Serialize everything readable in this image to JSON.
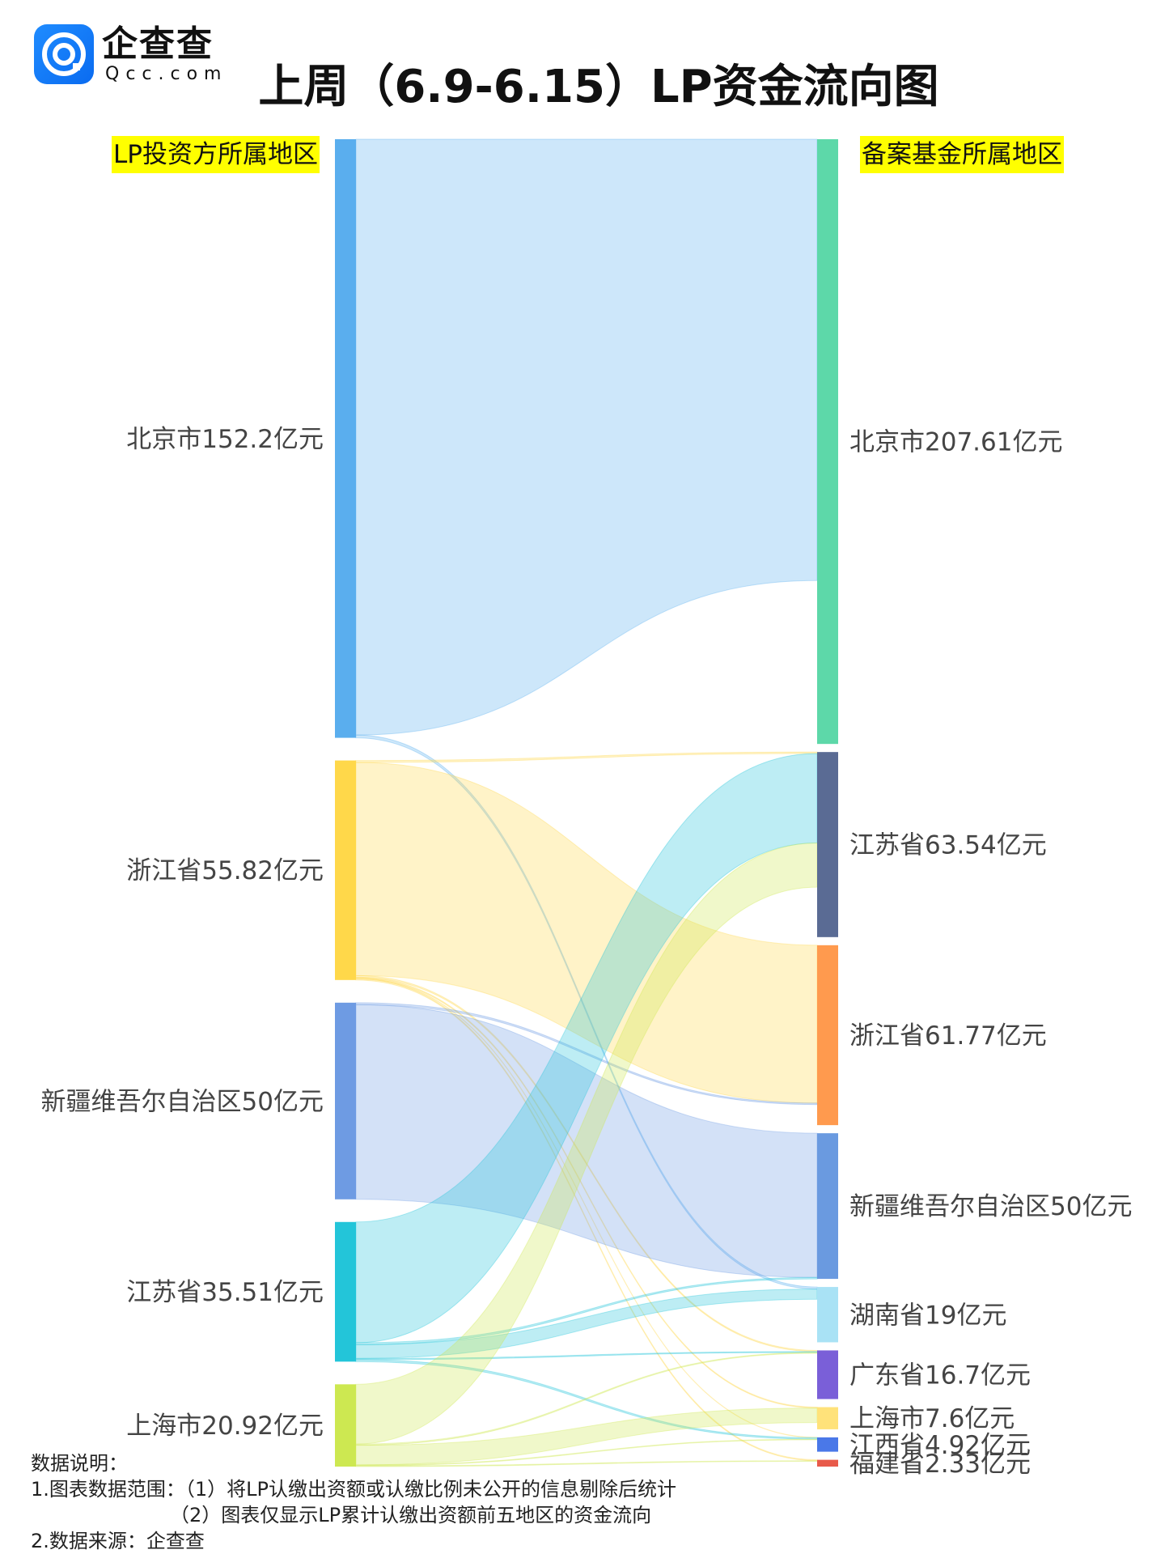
{
  "brand": {
    "name_cn": "企查查",
    "name_en": "Qcc.com",
    "color": "#1f8cff"
  },
  "title": "上周（6.9-6.15）LP资金流向图",
  "left_header": "LP投资方所属地区",
  "right_header": "备案基金所属地区",
  "notes": {
    "heading": "数据说明：",
    "line1": "1.图表数据范围：（1）将LP认缴出资额或认缴比例未公开的信息剔除后统计",
    "line2": "（2）图表仅显示LP累计认缴出资额前五地区的资金流向",
    "line3": "2.数据来源：企查查"
  },
  "chart_data": {
    "type": "sankey",
    "unit": "亿元",
    "sources": [
      {
        "name": "北京市",
        "value": 152.2,
        "label": "北京市152.2亿元",
        "color": "#5aaeee"
      },
      {
        "name": "浙江省",
        "value": 55.82,
        "label": "浙江省55.82亿元",
        "color": "#ffd84a"
      },
      {
        "name": "新疆维吾尔自治区",
        "value": 50,
        "label": "新疆维吾尔自治区50亿元",
        "color": "#6e9be3"
      },
      {
        "name": "江苏省",
        "value": 35.51,
        "label": "江苏省35.51亿元",
        "color": "#23c5d9"
      },
      {
        "name": "上海市",
        "value": 20.92,
        "label": "上海市20.92亿元",
        "color": "#cde851"
      }
    ],
    "targets": [
      {
        "name": "北京市",
        "value": 207.61,
        "label": "北京市207.61亿元",
        "color": "#5dd8a9"
      },
      {
        "name": "江苏省",
        "value": 63.54,
        "label": "江苏省63.54亿元",
        "color": "#5a6b94"
      },
      {
        "name": "浙江省",
        "value": 61.77,
        "label": "浙江省61.77亿元",
        "color": "#ff9a4e"
      },
      {
        "name": "新疆维吾尔自治区",
        "value": 50,
        "label": "新疆维吾尔自治区50亿元",
        "color": "#6a9ae0"
      },
      {
        "name": "湖南省",
        "value": 19,
        "label": "湖南省19亿元",
        "color": "#a9e2f5"
      },
      {
        "name": "广东省",
        "value": 16.7,
        "label": "广东省16.7亿元",
        "color": "#7a5fd8"
      },
      {
        "name": "上海市",
        "value": 7.6,
        "label": "上海市7.6亿元",
        "color": "#ffe27a"
      },
      {
        "name": "江西省",
        "value": 4.92,
        "label": "江西省4.92亿元",
        "color": "#4a78e8"
      },
      {
        "name": "福建省",
        "value": 2.33,
        "label": "福建省2.33亿元",
        "color": "#e85a4a"
      }
    ],
    "links": [
      {
        "source": "北京市",
        "target": "北京市",
        "value": 151.5
      },
      {
        "source": "北京市",
        "target": "湖南省",
        "value": 0.7
      },
      {
        "source": "浙江省",
        "target": "江苏省",
        "value": 0.5
      },
      {
        "source": "浙江省",
        "target": "浙江省",
        "value": 54.2
      },
      {
        "source": "浙江省",
        "target": "广东省",
        "value": 0.4
      },
      {
        "source": "浙江省",
        "target": "上海市",
        "value": 0.3
      },
      {
        "source": "浙江省",
        "target": "江西省",
        "value": 0.1
      },
      {
        "source": "浙江省",
        "target": "福建省",
        "value": 0.32
      },
      {
        "source": "新疆维吾尔自治区",
        "target": "浙江省",
        "value": 0.5
      },
      {
        "source": "新疆维吾尔自治区",
        "target": "新疆维吾尔自治区",
        "value": 49.5
      },
      {
        "source": "江苏省",
        "target": "江苏省",
        "value": 30.7
      },
      {
        "source": "江苏省",
        "target": "新疆维吾尔自治区",
        "value": 0.5
      },
      {
        "source": "江苏省",
        "target": "湖南省",
        "value": 3.5
      },
      {
        "source": "江苏省",
        "target": "广东省",
        "value": 0.3
      },
      {
        "source": "江苏省",
        "target": "江西省",
        "value": 0.51
      },
      {
        "source": "上海市",
        "target": "江苏省",
        "value": 15.2
      },
      {
        "source": "上海市",
        "target": "广东省",
        "value": 0.3
      },
      {
        "source": "上海市",
        "target": "上海市",
        "value": 5.0
      },
      {
        "source": "上海市",
        "target": "江西省",
        "value": 0.2
      },
      {
        "source": "上海市",
        "target": "福建省",
        "value": 0.22
      }
    ]
  }
}
